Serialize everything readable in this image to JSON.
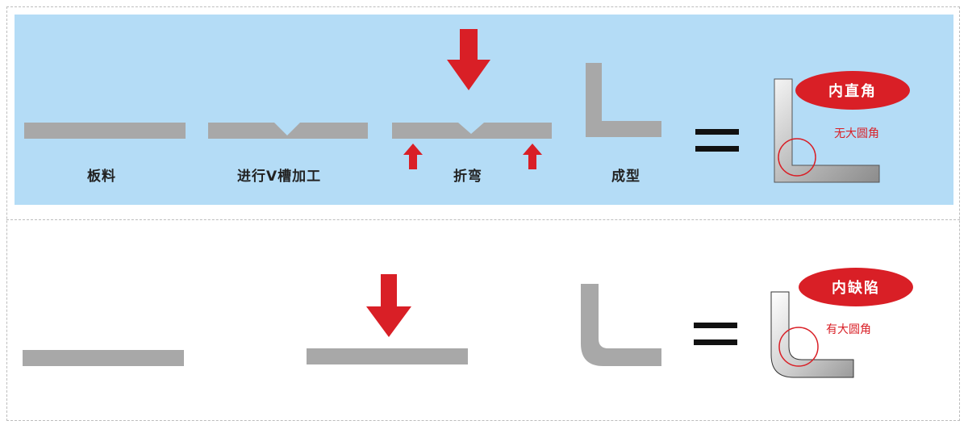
{
  "process_labels": {
    "sheet": "板料",
    "v_groove": "进行V槽加工",
    "bend": "折弯",
    "formed": "成型"
  },
  "results": {
    "v_groove_result": {
      "badge": "内直角",
      "note": "无大圆角"
    },
    "normal_bend_result": {
      "badge": "内缺陷",
      "note": "有大圆角"
    }
  },
  "colors": {
    "panel_blue": "#b4dcf6",
    "metal_gray": "#a8a8a8",
    "arrow_red": "#d91f26",
    "badge_red": "#d91f26"
  }
}
